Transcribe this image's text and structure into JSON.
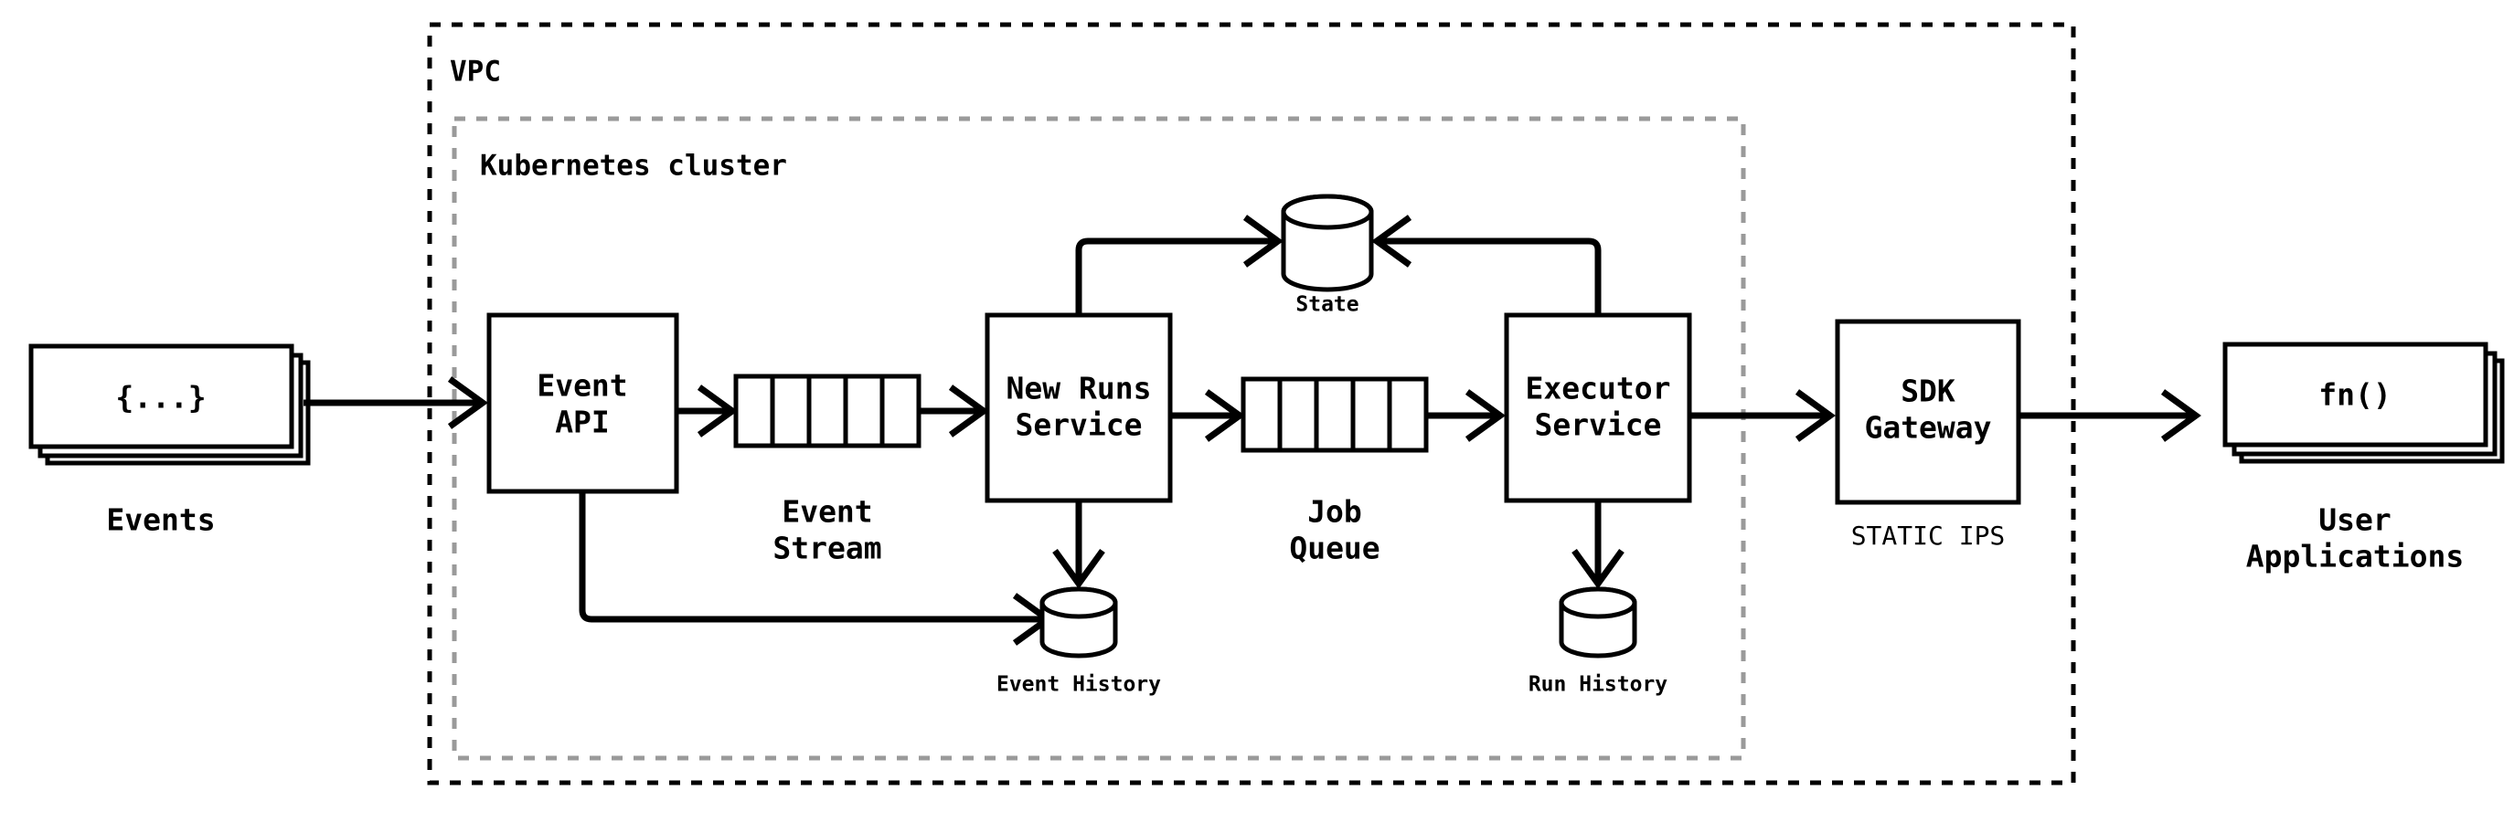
{
  "diagram": {
    "title": "Event-driven durable execution architecture",
    "colors": {
      "stroke": "#000000",
      "fill": "#ffffff",
      "outer_group_border": "#000000",
      "inner_group_border": "#9a9a9a"
    },
    "groups": [
      {
        "id": "vpc",
        "label": "VPC",
        "border_style": "dashed",
        "border_color": "#000000"
      },
      {
        "id": "k8s",
        "label": "Kubernetes cluster",
        "border_style": "dashed",
        "border_color": "#9a9a9a"
      }
    ],
    "nodes": [
      {
        "id": "events",
        "shape": "card-stack",
        "text": "{...}",
        "caption": "Events"
      },
      {
        "id": "event-api",
        "shape": "box",
        "text": "Event\nAPI",
        "line1": "Event",
        "line2": "API"
      },
      {
        "id": "event-stream",
        "shape": "queue",
        "cells": 5,
        "caption_line1": "Event",
        "caption_line2": "Stream"
      },
      {
        "id": "new-runs",
        "shape": "box",
        "line1": "New Runs",
        "line2": "Service"
      },
      {
        "id": "state",
        "shape": "cylinder",
        "caption": "State"
      },
      {
        "id": "job-queue",
        "shape": "queue",
        "cells": 5,
        "caption_line1": "Job",
        "caption_line2": "Queue"
      },
      {
        "id": "executor",
        "shape": "box",
        "line1": "Executor",
        "line2": "Service"
      },
      {
        "id": "event-history",
        "shape": "cylinder",
        "caption": "Event History"
      },
      {
        "id": "run-history",
        "shape": "cylinder",
        "caption": "Run History"
      },
      {
        "id": "sdk-gateway",
        "shape": "box",
        "line1": "SDK",
        "line2": "Gateway",
        "sublabel": "STATIC IPS"
      },
      {
        "id": "user-apps",
        "shape": "card-stack",
        "text": "fn()",
        "caption_line1": "User",
        "caption_line2": "Applications"
      }
    ],
    "edges": [
      {
        "from": "events",
        "to": "event-api",
        "arrow": "single"
      },
      {
        "from": "event-api",
        "to": "event-stream",
        "arrow": "single"
      },
      {
        "from": "event-api",
        "to": "event-history",
        "arrow": "single"
      },
      {
        "from": "event-stream",
        "to": "new-runs",
        "arrow": "single"
      },
      {
        "from": "new-runs",
        "to": "state",
        "arrow": "single"
      },
      {
        "from": "new-runs",
        "to": "job-queue",
        "arrow": "single"
      },
      {
        "from": "new-runs",
        "to": "event-history",
        "arrow": "single"
      },
      {
        "from": "job-queue",
        "to": "executor",
        "arrow": "single"
      },
      {
        "from": "executor",
        "to": "state",
        "arrow": "single"
      },
      {
        "from": "executor",
        "to": "run-history",
        "arrow": "single"
      },
      {
        "from": "executor",
        "to": "sdk-gateway",
        "arrow": "single"
      },
      {
        "from": "sdk-gateway",
        "to": "user-apps",
        "arrow": "single"
      }
    ],
    "labels": {
      "vpc": "VPC",
      "k8s": "Kubernetes cluster",
      "events_text": "{...}",
      "events_caption": "Events",
      "event_api_l1": "Event",
      "event_api_l2": "API",
      "event_stream_l1": "Event",
      "event_stream_l2": "Stream",
      "new_runs_l1": "New Runs",
      "new_runs_l2": "Service",
      "state_caption": "State",
      "job_queue_l1": "Job",
      "job_queue_l2": "Queue",
      "executor_l1": "Executor",
      "executor_l2": "Service",
      "event_history_caption": "Event History",
      "run_history_caption": "Run History",
      "sdk_l1": "SDK",
      "sdk_l2": "Gateway",
      "static_ips": "STATIC IPS",
      "fn_text": "fn()",
      "user_apps_l1": "User",
      "user_apps_l2": "Applications"
    }
  }
}
